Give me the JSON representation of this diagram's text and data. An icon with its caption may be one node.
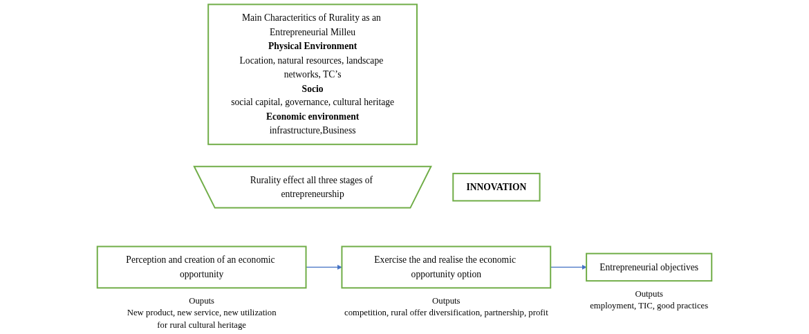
{
  "diagram": {
    "nodes": [
      {
        "text": [
          "INNOVATION"
        ]
      },
      {
        "text": [
          "Main Characteritics of Rurality as an Entrepreneurial Milleu",
          "Physical Environment",
          "Location, natural resources, landscape networks, TC’s",
          "Socio",
          "social capital, governance, cultural heritage",
          "Economic environment",
          "infrastructure,Business"
        ]
      },
      {
        "text": [
          "Rurality effect all three stages of entrepreneurship"
        ]
      },
      {
        "text": [
          "Perception and creation of an economic opportunity"
        ],
        "beside": [
          "Ouputs",
          "New product, new service, new utilization",
          "for rural cultural heritage"
        ]
      },
      {
        "text": [
          "Exercise the and realise the economic opportunity option"
        ],
        "beside": [
          "Outputs",
          "competition, rural offer diversification, partnership, profit"
        ]
      },
      {
        "text": [
          "Entrepreneurial objectives"
        ],
        "beside": [
          "Outputs",
          "employment, TIC, good practices"
        ]
      }
    ],
    "edges": [
      {
        "from": 3,
        "to": 4,
        "arrow": "to"
      },
      {
        "from": 4,
        "to": 5,
        "arrow": "to"
      }
    ]
  }
}
